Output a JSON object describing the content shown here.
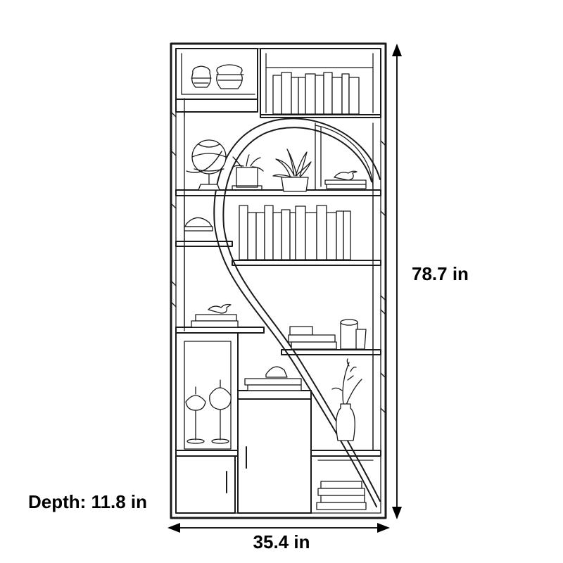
{
  "dimensions": {
    "height": "78.7 in",
    "width": "35.4 in",
    "depth": "Depth: 11.8 in"
  },
  "colors": {
    "line": "#1a1a1a",
    "background": "#ffffff"
  }
}
